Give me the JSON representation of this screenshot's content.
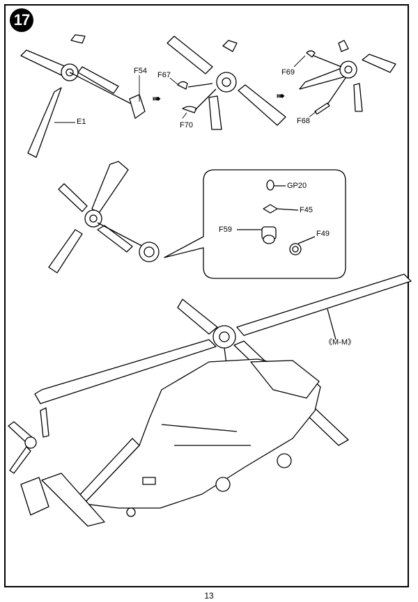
{
  "step": {
    "number": "17"
  },
  "parts": {
    "e1": "E1",
    "f54": "F54",
    "f67": "F67",
    "f70": "F70",
    "f69": "F69",
    "f68": "F68",
    "gp20": "GP20",
    "f45": "F45",
    "f59": "F59",
    "f49": "F49",
    "mm": "《M-M》"
  },
  "icons": {
    "next_arrow": "➠"
  },
  "page": {
    "number": "13"
  }
}
